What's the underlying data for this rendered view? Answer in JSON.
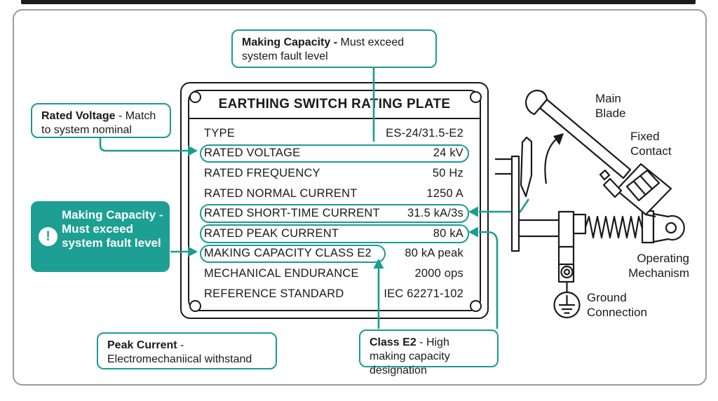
{
  "colors": {
    "accent": "#1a9c90",
    "accent_fill": "#1d9f93",
    "line_black": "#1a1a1a",
    "frame_border": "#9b9b9b"
  },
  "plate": {
    "title": "EARTHING SWITCH RATING PLATE",
    "rows": [
      {
        "label": "TYPE",
        "value": "ES-24/31.5-E2",
        "highlight": "none"
      },
      {
        "label": "RATED VOLTAGE",
        "value": "24 kV",
        "highlight": "row"
      },
      {
        "label": "RATED FREQUENCY",
        "value": "50 Hz",
        "highlight": "none"
      },
      {
        "label": "RATED NORMAL CURRENT",
        "value": "1250 A",
        "highlight": "none"
      },
      {
        "label": "RATED SHORT-TIME CURRENT",
        "value": "31.5 kA/3s",
        "highlight": "row"
      },
      {
        "label": "RATED PEAK CURRENT",
        "value": "80 kA",
        "highlight": "row"
      },
      {
        "label": "MAKING CAPACITY CLASS E2",
        "value": "80 kA peak",
        "highlight": "label"
      },
      {
        "label": "MECHANICAL ENDURANCE",
        "value": "2000 ops",
        "highlight": "none"
      },
      {
        "label": "REFERENCE STANDARD",
        "value": "IEC 62271-102",
        "highlight": "none"
      }
    ]
  },
  "callouts": {
    "making_top": {
      "lead": "Making Capacity - ",
      "rest": "Must exceed system fault level"
    },
    "rated_voltage": {
      "lead": "Rated Voltage",
      "rest": " - Match to system nominal"
    },
    "making_warning": {
      "text": "Making Capacity - Must exceed system fault level",
      "icon": "alert-icon"
    },
    "peak_current": {
      "lead": "Peak Current",
      "rest": " - Electromechaniical withstand"
    },
    "class_e2": {
      "lead": "Class E2",
      "rest": " - High making capacity designation"
    }
  },
  "diagram": {
    "labels": {
      "main_blade": "Main Blade",
      "fixed_contact": "Fixed Contact",
      "operating_mechanism": "Operating Mechanism",
      "ground_connection": "Ground Connection"
    }
  }
}
